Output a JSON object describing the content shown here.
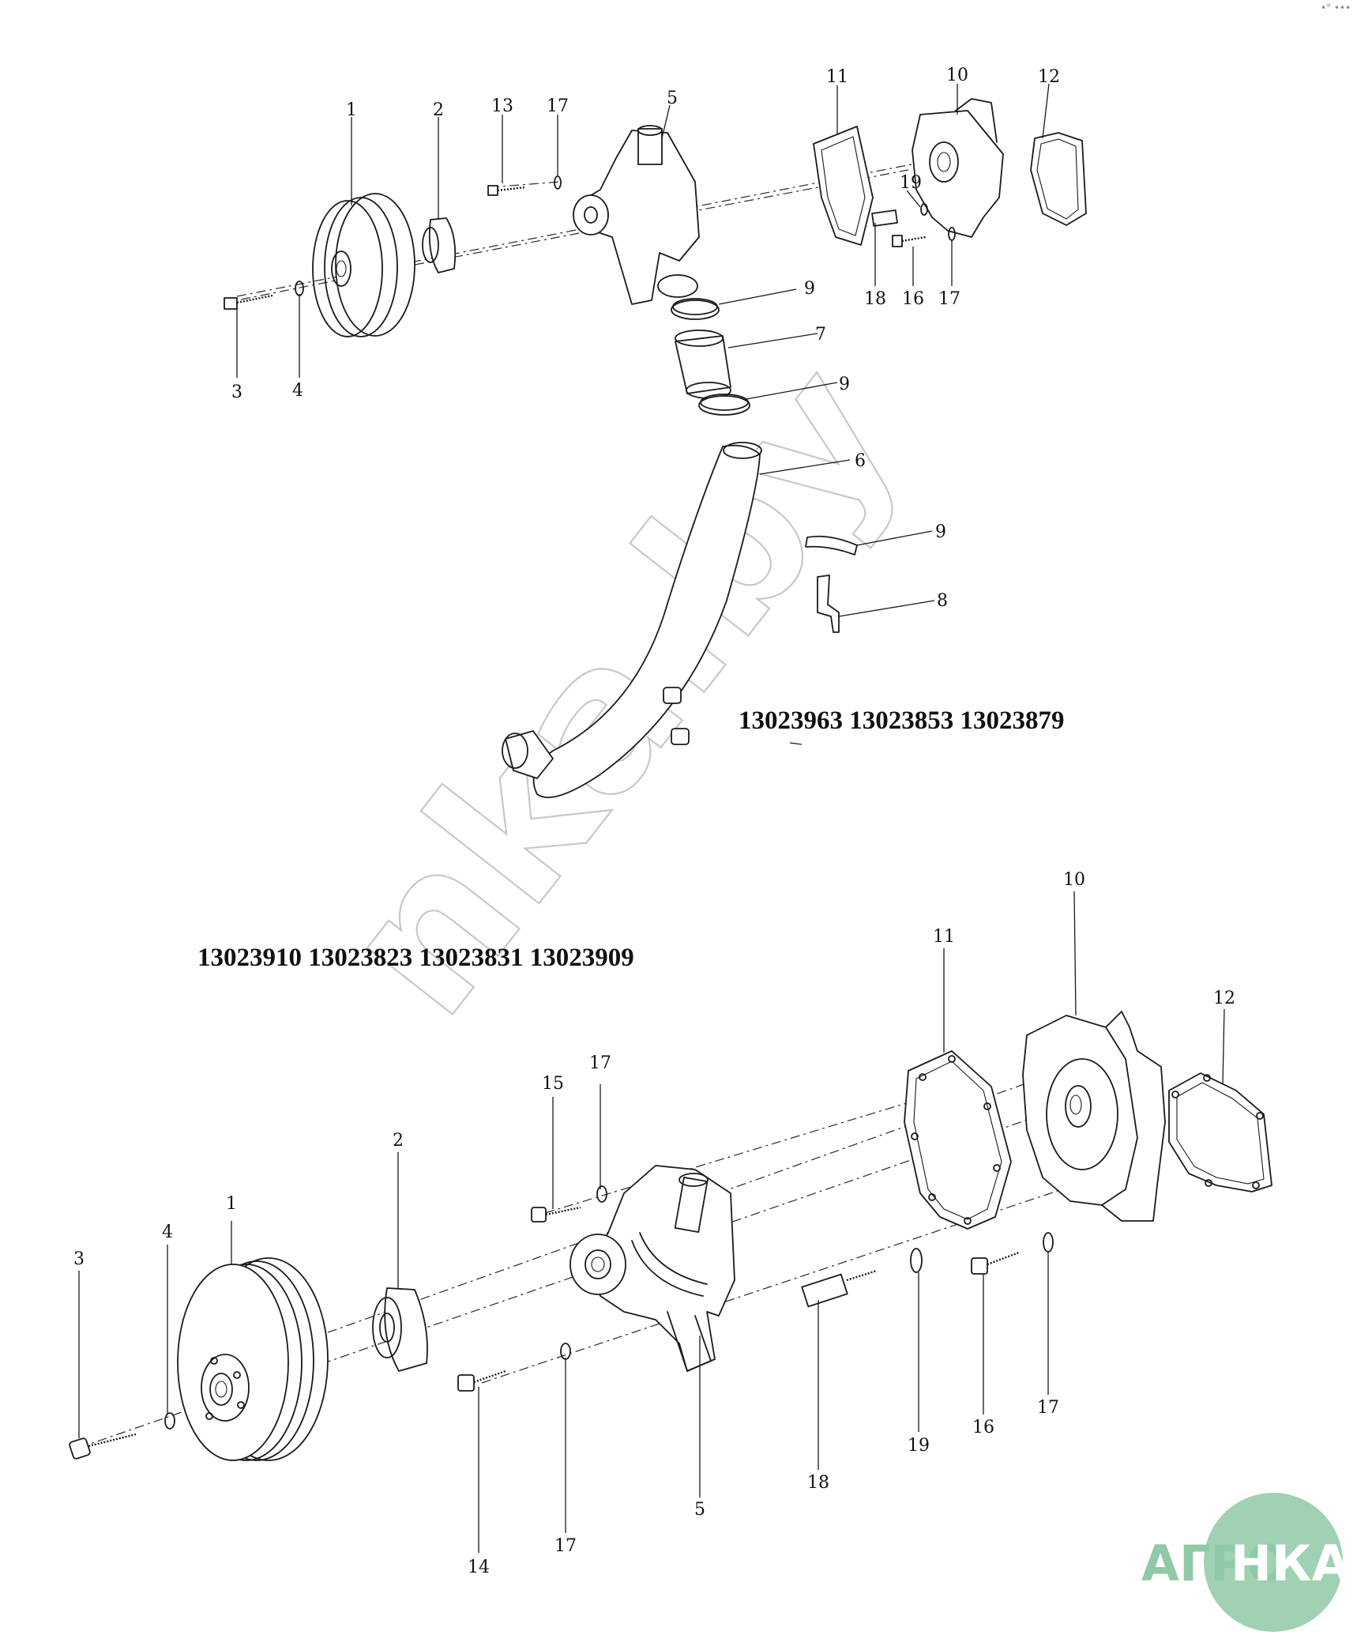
{
  "corner_mark": "•° •••",
  "watermark": "nka.by",
  "logo": {
    "left": "АГРО",
    "right": "НКА",
    "color": "#8fc9a6"
  },
  "upper_assembly": {
    "model_label": "13023963 13023853 13023879",
    "callouts": [
      "1",
      "2",
      "3",
      "4",
      "5",
      "6",
      "7",
      "8",
      "9",
      "9",
      "9",
      "10",
      "11",
      "12",
      "13",
      "16",
      "17",
      "17",
      "18",
      "19"
    ]
  },
  "lower_assembly": {
    "model_label": "13023910 13023823 13023831 13023909",
    "callouts": [
      "1",
      "2",
      "3",
      "4",
      "5",
      "10",
      "11",
      "12",
      "14",
      "15",
      "16",
      "17",
      "17",
      "17",
      "18",
      "19"
    ]
  }
}
